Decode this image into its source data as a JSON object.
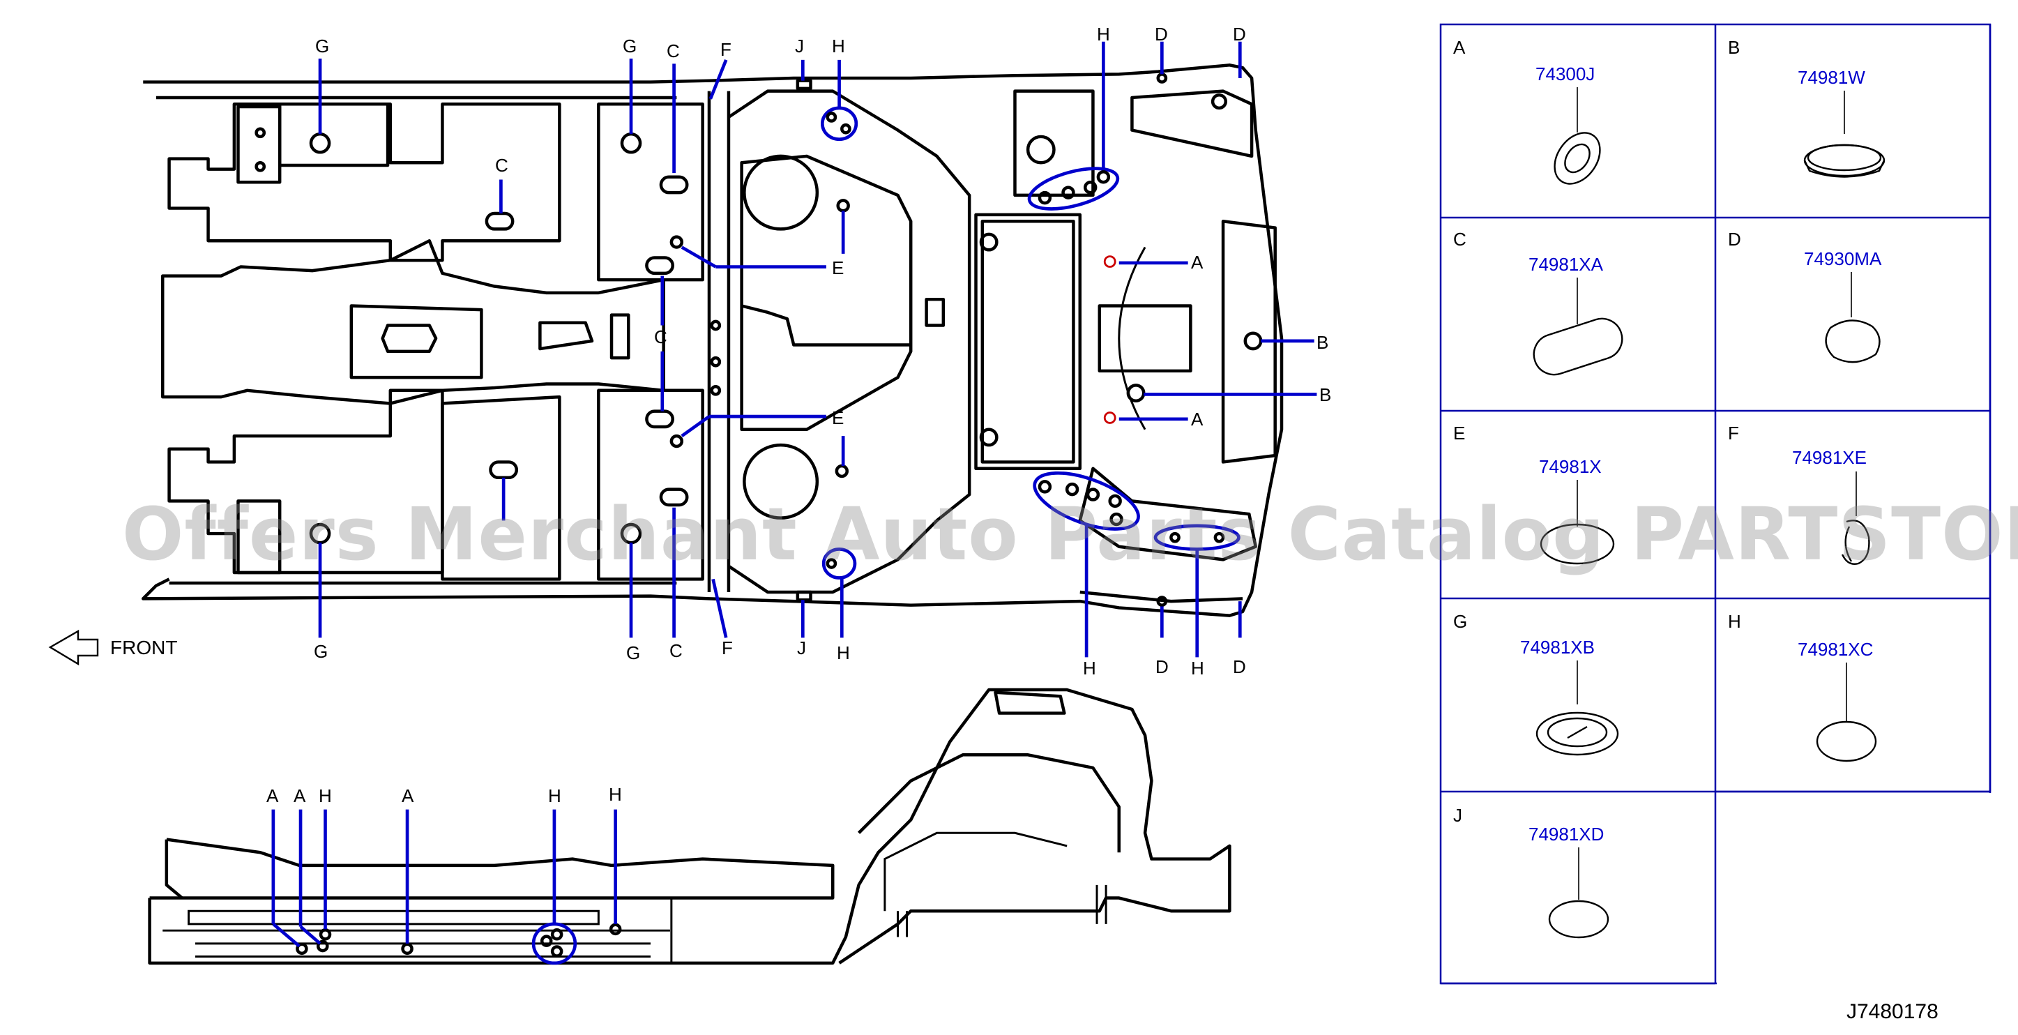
{
  "diagram": {
    "front_label": "FRONT",
    "drawing_number": "J7480178",
    "watermark": "Offers Merchant Auto Parts Catalog PARTSTORE.SA",
    "callouts": {
      "G": "G",
      "C": "C",
      "F": "F",
      "J": "J",
      "H": "H",
      "D": "D",
      "E": "E",
      "A": "A",
      "B": "B"
    }
  },
  "legend": {
    "items": [
      {
        "letter": "A",
        "part_number": "74300J"
      },
      {
        "letter": "B",
        "part_number": "74981W"
      },
      {
        "letter": "C",
        "part_number": "74981XA"
      },
      {
        "letter": "D",
        "part_number": "74930MA"
      },
      {
        "letter": "E",
        "part_number": "74981X"
      },
      {
        "letter": "F",
        "part_number": "74981XE"
      },
      {
        "letter": "G",
        "part_number": "74981XB"
      },
      {
        "letter": "H",
        "part_number": "74981XC"
      },
      {
        "letter": "J",
        "part_number": "74981XD"
      }
    ]
  }
}
